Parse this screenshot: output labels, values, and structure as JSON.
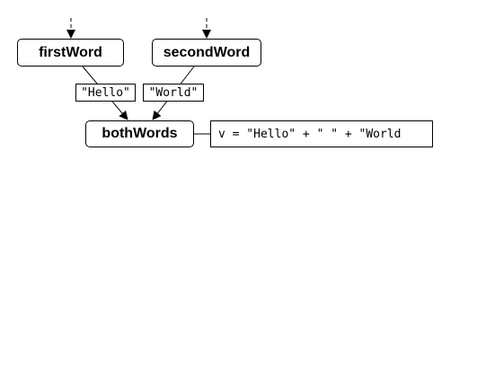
{
  "nodes": {
    "first_word": {
      "label": "firstWord"
    },
    "second_word": {
      "label": "secondWord"
    },
    "both_words": {
      "label": "bothWords"
    }
  },
  "edge_values": {
    "first_to_both": "\"Hello\"",
    "second_to_both": "\"World\""
  },
  "expression": {
    "text": "v = \"Hello\" + \" \" + \"World"
  }
}
